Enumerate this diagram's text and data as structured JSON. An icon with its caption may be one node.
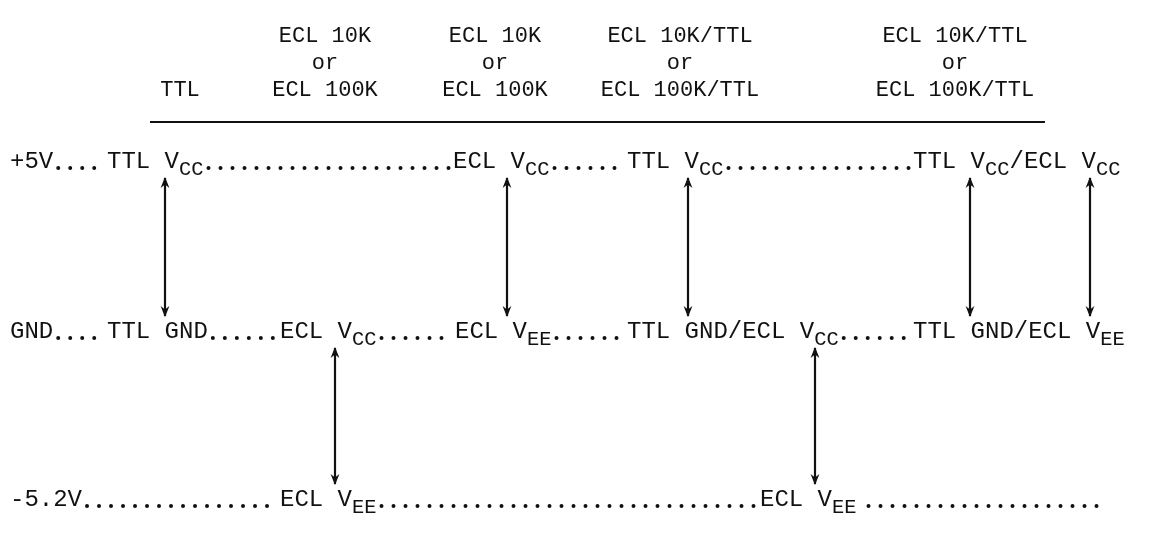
{
  "diagram": {
    "nodes": [
      {
        "text": [
          "+5V"
        ]
      },
      {
        "text": [
          "TTL V$_{CC}$"
        ]
      },
      {
        "text": [
          "ECL V$_{CC}$"
        ]
      },
      {
        "text": [
          "TTL V$_{CC}$"
        ]
      },
      {
        "text": [
          "TTL V$_{CC}$/ECL V$_{CC}$"
        ]
      },
      {
        "text": [
          "GND"
        ]
      },
      {
        "text": [
          "TTL GND"
        ]
      },
      {
        "text": [
          "ECL V$_{CC}$"
        ]
      },
      {
        "text": [
          "ECL V$_{EE}$"
        ]
      },
      {
        "text": [
          "TTL GND/ECL V$_{CC}$"
        ]
      },
      {
        "text": [
          "TTL GND/ECL V$_{EE}$"
        ]
      },
      {
        "text": [
          "-5.2V"
        ]
      },
      {
        "text": [
          "ECL V$_{EE}$"
        ]
      },
      {
        "text": [
          "ECL V$_{EE}$"
        ]
      }
    ],
    "edges": [
      {
        "from": 0,
        "to": 1,
        "arrow": "none",
        "style": "dashed"
      },
      {
        "from": 1,
        "to": 2,
        "arrow": "none",
        "style": "dashed"
      },
      {
        "from": 2,
        "to": 3,
        "arrow": "none",
        "style": "dashed"
      },
      {
        "from": 3,
        "to": 4,
        "arrow": "none",
        "style": "dashed"
      },
      {
        "from": 1,
        "to": 6,
        "arrow": "both"
      },
      {
        "from": 2,
        "to": 8,
        "arrow": "both"
      },
      {
        "from": 3,
        "to": 9,
        "arrow": "both"
      },
      {
        "from": 4,
        "to": 10,
        "arrow": "both"
      },
      {
        "from": 4,
        "to": 10,
        "arrow": "both"
      },
      {
        "from": 5,
        "to": 6,
        "arrow": "none",
        "style": "dashed"
      },
      {
        "from": 6,
        "to": 7,
        "arrow": "none",
        "style": "dashed"
      },
      {
        "from": 7,
        "to": 8,
        "arrow": "none",
        "style": "dashed"
      },
      {
        "from": 8,
        "to": 9,
        "arrow": "none",
        "style": "dashed"
      },
      {
        "from": 9,
        "to": 10,
        "arrow": "none",
        "style": "dashed"
      },
      {
        "from": 7,
        "to": 12,
        "arrow": "both"
      },
      {
        "from": 9,
        "to": 13,
        "arrow": "both"
      },
      {
        "from": 11,
        "to": 12,
        "arrow": "none",
        "style": "dashed"
      },
      {
        "from": 12,
        "to": 13,
        "arrow": "none",
        "style": "dashed"
      },
      {
        "from": 13,
        "to": null,
        "arrow": "none",
        "style": "dashed"
      }
    ],
    "labels": [
      "TTL",
      "ECL 10K or ECL 100K",
      "ECL 10K or ECL 100K",
      "ECL 10K/TTL or ECL 100K/TTL",
      "ECL 10K/TTL or ECL 100K/TTL"
    ]
  }
}
